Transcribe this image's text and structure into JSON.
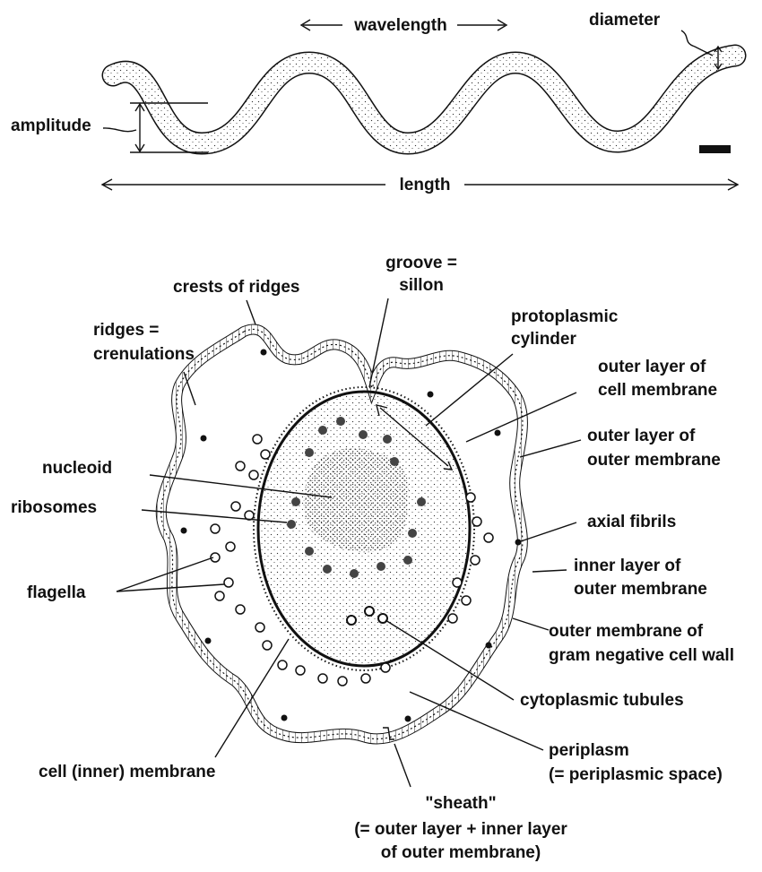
{
  "top_labels": {
    "wavelength": "wavelength",
    "diameter": "diameter",
    "amplitude": "amplitude",
    "length": "length"
  },
  "cross_section_labels": {
    "groove_1": "groove =",
    "groove_2": "sillon",
    "crests": "crests of ridges",
    "ridges_1": "ridges =",
    "ridges_2": "crenulations",
    "protoplasmic_1": "protoplasmic",
    "protoplasmic_2": "cylinder",
    "outer_cell_membrane_1": "outer layer of",
    "outer_cell_membrane_2": "cell membrane",
    "outer_outer_membrane_1": "outer layer of",
    "outer_outer_membrane_2": "outer membrane",
    "nucleoid": "nucleoid",
    "ribosomes": "ribosomes",
    "axial_fibrils": "axial fibrils",
    "inner_outer_membrane_1": "inner layer of",
    "inner_outer_membrane_2": "outer membrane",
    "flagella": "flagella",
    "gram_negative_1": "outer membrane of",
    "gram_negative_2": "gram negative cell wall",
    "cytoplasmic_tubules": "cytoplasmic tubules",
    "cell_inner_membrane": "cell (inner) membrane",
    "periplasm_1": "periplasm",
    "periplasm_2": "(= periplasmic space)",
    "sheath_1": "\"sheath\"",
    "sheath_2": "(= outer layer + inner layer",
    "sheath_3": "of outer membrane)"
  },
  "colors": {
    "ink": "#111111",
    "background": "#ffffff",
    "stipple": "#555555"
  }
}
